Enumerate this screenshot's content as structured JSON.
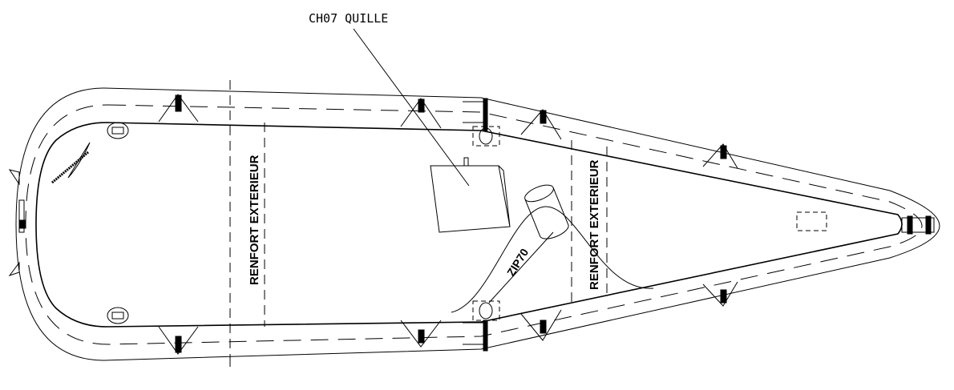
{
  "drawing": {
    "callout_label": "CH07 QUILLE",
    "reinforcement_labels": [
      "RENFORT EXTERIEUR",
      "RENFORT EXTERIEUR"
    ],
    "zip_label": "ZIP70",
    "line_color": "#000000",
    "background_color": "#ffffff"
  }
}
